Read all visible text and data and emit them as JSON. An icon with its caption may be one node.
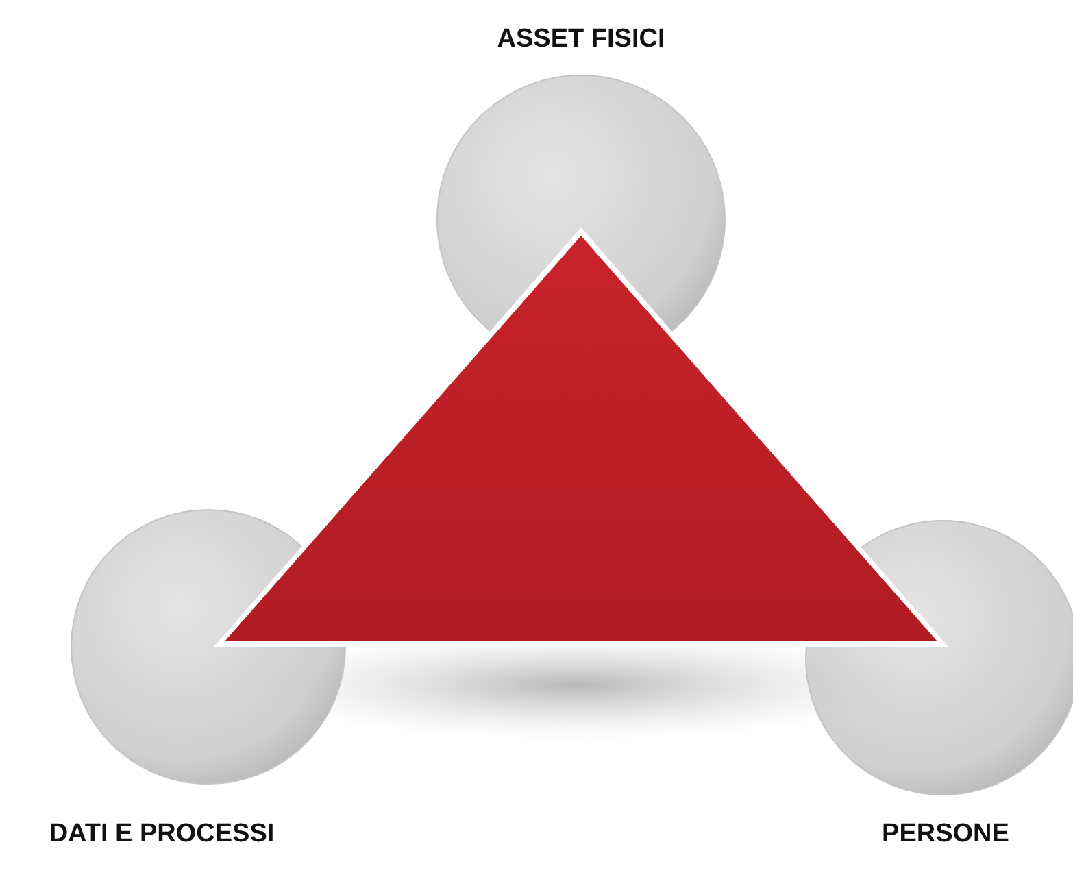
{
  "diagram": {
    "nodes": [
      {
        "text": [
          "ASSET FISICI"
        ]
      },
      {
        "text": [
          "DATI E PROCESSI"
        ]
      },
      {
        "text": [
          "PERSONE"
        ]
      }
    ]
  }
}
